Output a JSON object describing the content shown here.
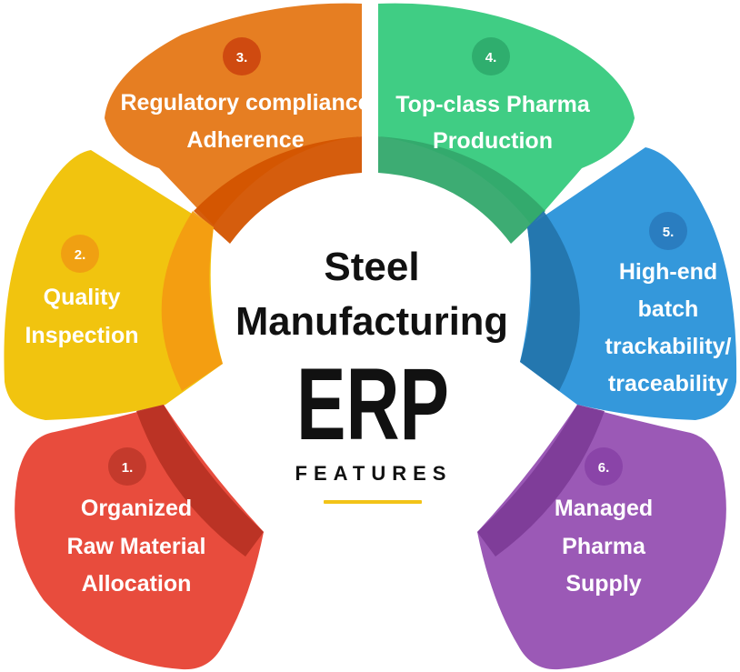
{
  "center": {
    "line1": "Steel",
    "line2": "Manufacturing",
    "line3": "ERP",
    "subtitle": "FEATURES",
    "underline_color": "#f2c318"
  },
  "features": [
    {
      "number": "1.",
      "lines": [
        "Organized",
        "Raw Material",
        "Allocation"
      ],
      "color": "#e84c3d",
      "shadow": "#b83224",
      "badge": "#c43a2c"
    },
    {
      "number": "2.",
      "lines": [
        "Quality",
        "Inspection"
      ],
      "color": "#f1c40f",
      "shadow": "#f39c12",
      "badge": "#f0a012"
    },
    {
      "number": "3.",
      "lines": [
        "Regulatory compliance",
        "Adherence"
      ],
      "color": "#e67e22",
      "shadow": "#d35400",
      "badge": "#cf4a10"
    },
    {
      "number": "4.",
      "lines": [
        "Top-class Pharma",
        "Production"
      ],
      "color": "#40cd84",
      "shadow": "#33a86b",
      "badge": "#2fae6e"
    },
    {
      "number": "5.",
      "lines": [
        "High-end",
        "batch",
        "trackability/",
        "traceability"
      ],
      "color": "#3498db",
      "shadow": "#2475ad",
      "badge": "#2a7dc0"
    },
    {
      "number": "6.",
      "lines": [
        "Managed",
        "Pharma",
        "Supply"
      ],
      "color": "#9b59b6",
      "shadow": "#7d3c98",
      "badge": "#8a44a8"
    }
  ]
}
